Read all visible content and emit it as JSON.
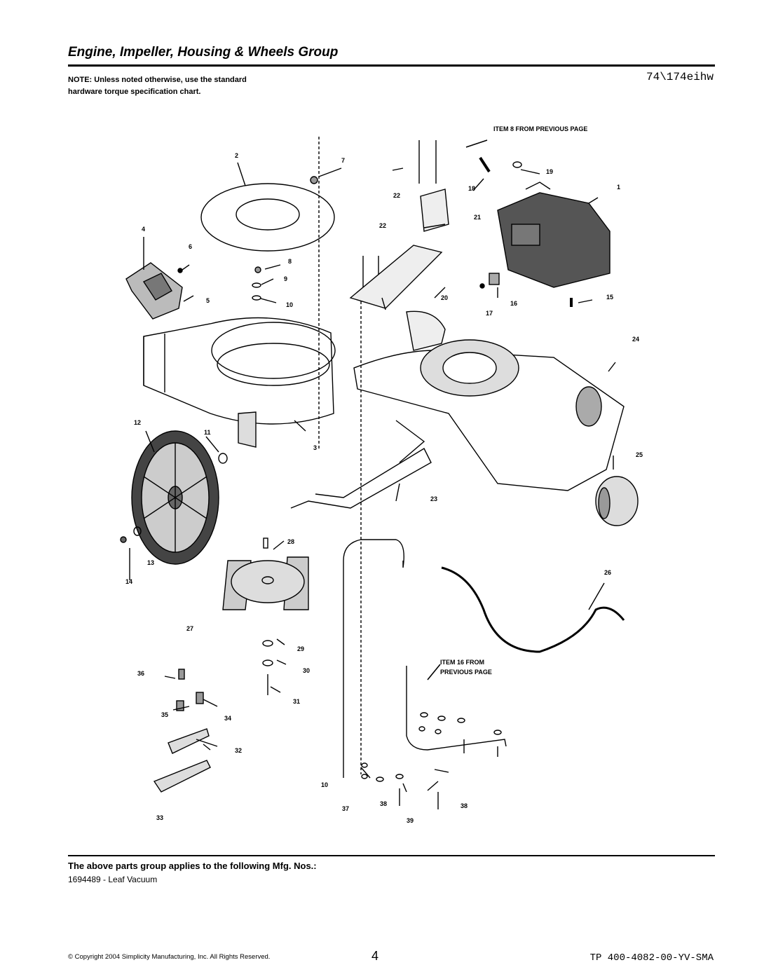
{
  "header": {
    "title": "Engine, Impeller, Housing & Wheels Group",
    "ref_code": "74\\174eihw",
    "note": "NOTE: Unless noted otherwise, use the standard hardware torque specification chart."
  },
  "diagram": {
    "callouts": {
      "item8": "ITEM 8 FROM PREVIOUS PAGE",
      "item16_line1": "ITEM 16 FROM",
      "item16_line2": "PREVIOUS PAGE"
    },
    "labels": {
      "l1": "1",
      "l2": "2",
      "l3": "3",
      "l4": "4",
      "l5": "5",
      "l6": "6",
      "l7": "7",
      "l8": "8",
      "l9": "9",
      "l10a": "10",
      "l10b": "10",
      "l11": "11",
      "l12": "12",
      "l13": "13",
      "l14": "14",
      "l15": "15",
      "l16": "16",
      "l17": "17",
      "l18": "18",
      "l19": "19",
      "l20": "20",
      "l21": "21",
      "l22a": "22",
      "l22b": "22",
      "l23": "23",
      "l24": "24",
      "l25": "25",
      "l26": "26",
      "l27": "27",
      "l28": "28",
      "l29": "29",
      "l30": "30",
      "l31": "31",
      "l32": "32",
      "l33": "33",
      "l34": "34",
      "l35": "35",
      "l36": "36",
      "l37": "37",
      "l38a": "38",
      "l38b": "38",
      "l39": "39"
    }
  },
  "applies": {
    "heading": "The above parts group applies to the following Mfg. Nos.:",
    "model": "1694489 - Leaf Vacuum"
  },
  "footer": {
    "copyright": "© Copyright 2004 Simplicity Manufacturing, Inc. All Rights Reserved.",
    "page": "4",
    "doc_code": "TP 400-4082-00-YV-SMA"
  }
}
